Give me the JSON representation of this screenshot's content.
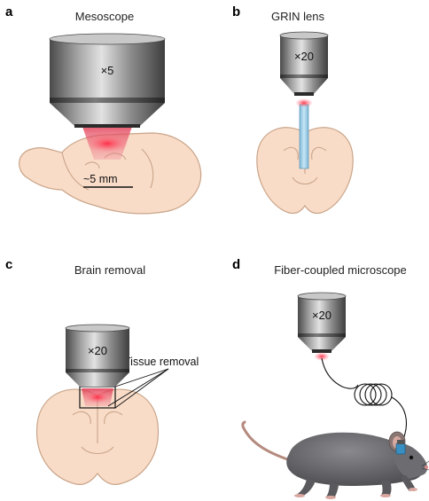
{
  "panels": {
    "a": {
      "letter": "a",
      "title": "Mesoscope",
      "lens_label": "×5",
      "scale_label": "~5 mm"
    },
    "b": {
      "letter": "b",
      "title": "GRIN lens",
      "lens_label": "×20"
    },
    "c": {
      "letter": "c",
      "title": "Brain removal",
      "lens_label": "×20",
      "annotation": "Tissue removal"
    },
    "d": {
      "letter": "d",
      "title": "Fiber-coupled microscope",
      "lens_label": "×20"
    }
  },
  "colors": {
    "objective_light": "#d9d9d9",
    "objective_dark": "#5a5a5a",
    "brain_fill": "#f9dcc8",
    "light_red": "#e0334b",
    "grin_blue": "#9fd0ea",
    "mouse_fur": "#6f6f73"
  }
}
